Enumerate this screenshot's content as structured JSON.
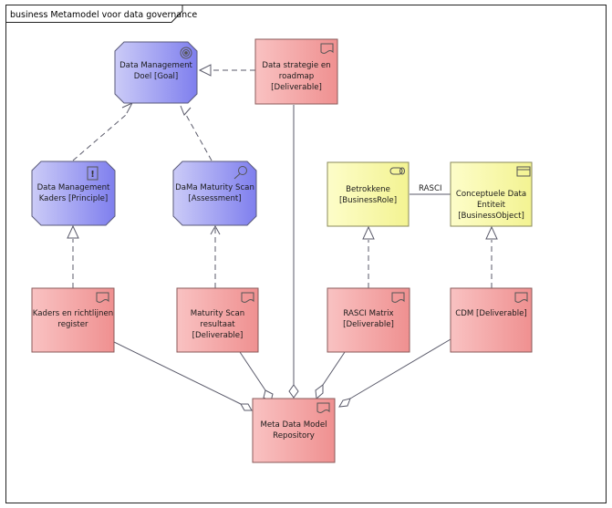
{
  "frame": {
    "title": "business Metamodel voor data governance"
  },
  "elements": {
    "goal": [
      "Data Management",
      "Doel [Goal]"
    ],
    "strategy": [
      "Data strategie en",
      "roadmap",
      "[Deliverable]"
    ],
    "principle": [
      "Data Management",
      "Kaders [Principle]"
    ],
    "assessment": [
      "DaMa Maturity Scan",
      "[Assessment]"
    ],
    "role": [
      "Betrokkene",
      "[BusinessRole]"
    ],
    "object": [
      "Conceptuele Data",
      "Entiteit",
      "[BusinessObject]"
    ],
    "kaders": [
      "Kaders en richtlijnen",
      "register"
    ],
    "scanres": [
      "Maturity Scan",
      "resultaat",
      "[Deliverable]"
    ],
    "rasci": [
      "RASCI Matrix",
      "[Deliverable]"
    ],
    "cdm": [
      "CDM [Deliverable]"
    ],
    "repo": [
      "Meta Data Model",
      "Repository"
    ]
  },
  "connectors": {
    "rasci_label": "RASCI"
  },
  "colors": {
    "goal_fill": "#b9b9f5",
    "goal_fill_dark": "#8080ef",
    "deliverable_fill": "#f5b3b3",
    "deliverable_fill_dark": "#f08a8a",
    "business_fill": "#fcfcb8",
    "business_fill_dark": "#f2f290",
    "stroke": "#5a5a7a"
  }
}
